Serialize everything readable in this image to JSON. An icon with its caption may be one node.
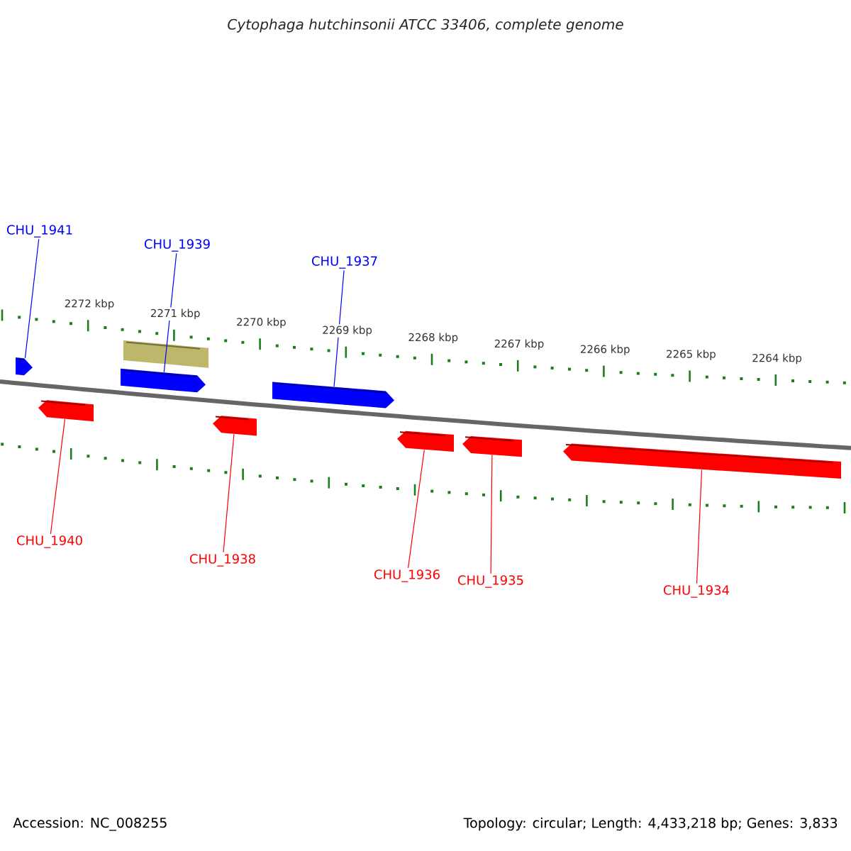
{
  "diagram": {
    "title": "Cytophaga hutchinsonii ATCC 33406, complete genome",
    "nodes": [
      {
        "text": [
          "CHU_1941"
        ]
      },
      {
        "text": [
          "CHU_1939"
        ]
      },
      {
        "text": [
          "CHU_1937"
        ]
      },
      {
        "text": [],
        "shape": "arrow"
      },
      {
        "text": [],
        "shape": "bar"
      },
      {
        "text": [],
        "shape": "arrow"
      },
      {
        "text": [],
        "shape": "arrow"
      },
      {
        "text": [],
        "shape": "arrow"
      },
      {
        "text": [],
        "shape": "arrow"
      },
      {
        "text": [],
        "shape": "arrow"
      },
      {
        "text": [],
        "shape": "arrow"
      },
      {
        "text": [],
        "shape": "arrow"
      },
      {
        "text": [
          "CHU_1940"
        ]
      },
      {
        "text": [
          "CHU_1938"
        ]
      },
      {
        "text": [
          "CHU_1936"
        ]
      },
      {
        "text": [
          "CHU_1935"
        ]
      },
      {
        "text": [
          "CHU_1934"
        ]
      }
    ],
    "edges": [
      {
        "from": 0,
        "to": 3,
        "arrow": "none",
        "color": "#0000ff"
      },
      {
        "from": 1,
        "to": 5,
        "arrow": "none",
        "color": "#0000ff"
      },
      {
        "from": 2,
        "to": 6,
        "arrow": "none",
        "color": "#0000ff"
      },
      {
        "from": 12,
        "to": 7,
        "arrow": "none"
      },
      {
        "from": 13,
        "to": 8,
        "arrow": "none"
      },
      {
        "from": 14,
        "to": 9,
        "arrow": "none"
      },
      {
        "from": 15,
        "to": 10,
        "arrow": "none"
      },
      {
        "from": 16,
        "to": 11,
        "arrow": "none"
      }
    ],
    "labels": [
      "2272 kbp",
      "2271 kbp",
      "2270 kbp",
      "2269 kbp",
      "2268 kbp",
      "2267 kbp",
      "2266 kbp",
      "2265 kbp",
      "2264 kbp",
      "Accession: NC_008255",
      "Topology: circular; Length: 4,433,218 bp; Genes: 3,833"
    ]
  }
}
